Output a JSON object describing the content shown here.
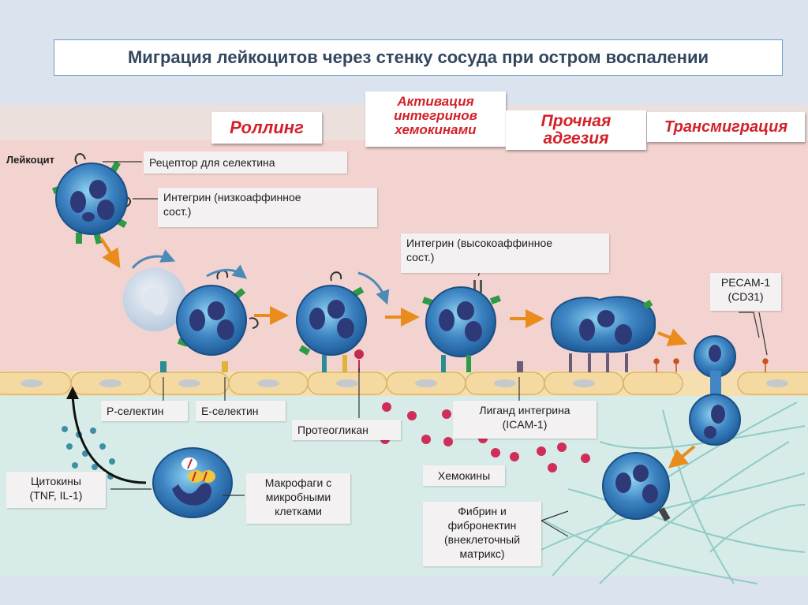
{
  "title": "Миграция лейкоцитов через стенку сосуда при остром воспалении",
  "stages": {
    "rolling": "Роллинг",
    "activation": [
      "Активация",
      "интегринов",
      "хемокинами"
    ],
    "adhesion": [
      "Прочная",
      "адгезия"
    ],
    "transmigration": "Трансмиграция"
  },
  "labels": {
    "leukocyte": "Лейкоцит",
    "selectin_receptor": "Рецептор для селектина",
    "integrin_low": [
      "Интегрин (низкоаффинное",
      "сост.)"
    ],
    "integrin_high": [
      "Интегрин (высокоаффинное",
      "сост.)"
    ],
    "pecam": [
      "PECAM-1",
      "(CD31)"
    ],
    "p_selectin": "P-селектин",
    "e_selectin": "E-селектин",
    "proteoglycan": "Протеогликан",
    "integrin_ligand": [
      "Лиганд интегрина",
      "(ICAM-1)"
    ],
    "chemokines": "Хемокины",
    "cytokines": [
      "Цитокины",
      "(TNF, IL-1)"
    ],
    "macrophages": [
      "Макрофаги с",
      "микробными",
      "клетками"
    ],
    "fibrin": [
      "Фибрин и",
      "фибронектин",
      "(внеклеточный",
      "матрикс)"
    ]
  },
  "colors": {
    "vessel_lumen": "#f3d3d0",
    "tissue": "#d7ece8",
    "stage_text": "#d22129",
    "cell_blue": "#3f86c4",
    "nucleus": "#2e3a78",
    "arrow_orange": "#e98c1c"
  }
}
